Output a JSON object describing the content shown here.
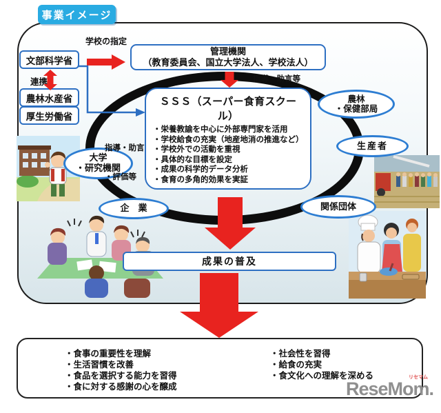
{
  "page": {
    "title_badge": "事業イメージ"
  },
  "colors": {
    "badge_blue": "#29abe2",
    "border_blue": "#2d6fc2",
    "arrow_red": "#e8231f",
    "ring_black": "#0d0d0d"
  },
  "ministries": {
    "mext": "文部科学省",
    "maff": "農林水産省",
    "mhlw": "厚生労働省"
  },
  "labels": {
    "school_designation": "学校の指定",
    "cooperation": "連携",
    "guidance_advice": "指導・助言等",
    "guidance_line1": "指導・助言",
    "guidance_line2": "・評価等"
  },
  "management": {
    "title": "管理機関",
    "members": "（教育委員会、国立大学法人、学校法人）"
  },
  "sss": {
    "title": "ＳＳＳ（スーパー食育スクール）",
    "bullets": [
      "・栄養教諭を中心に外部専門家を活用",
      "・学校給食の充実（地産地消の推進など）",
      "・学校外での活動を重視",
      "・具体的な目標を設定",
      "・成果の科学的データ分析",
      "・食育の多角的効果を実証"
    ]
  },
  "stakeholders": {
    "university": {
      "line1": "大学",
      "line2": "・研究機関"
    },
    "company": "企　業",
    "agri_health": {
      "line1": "農林",
      "line2": "・保健部局"
    },
    "producer": "生産者",
    "related": "関係団体"
  },
  "outcome": {
    "label": "成果の普及"
  },
  "results": {
    "left": [
      "・食事の重要性を理解",
      "・生活習慣を改善",
      "・食品を選択する能力を習得",
      "・食に対する感謝の心を醸成"
    ],
    "right": [
      "・社会性を習得",
      "・給食の充実",
      "・食文化への理解を深める"
    ]
  },
  "watermark": {
    "text": "ReseMom.",
    "ruby": "リセマム"
  },
  "illustrations": {
    "school_boy": "student-and-school-clipart",
    "meeting": "business-meeting-clipart",
    "field_photo": "farm-field-group-photo",
    "cooking": "cooking-class-clipart"
  }
}
